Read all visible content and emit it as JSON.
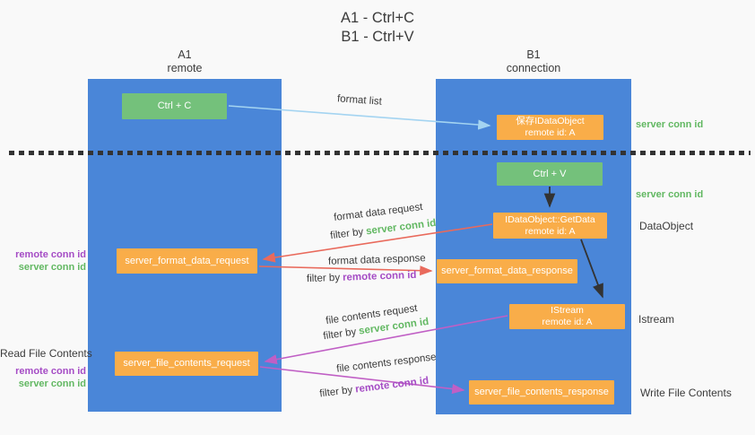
{
  "title": {
    "line1": "A1 - Ctrl+C",
    "line2": "B1 - Ctrl+V"
  },
  "lifelines": {
    "a1": {
      "name": "A1",
      "role": "remote"
    },
    "b1": {
      "name": "B1",
      "role": "connection"
    }
  },
  "nodes": {
    "ctrl_c": {
      "label": "Ctrl + C"
    },
    "save_dataobject": {
      "line1": "保存IDataObject",
      "line2": "remote id: A"
    },
    "ctrl_v": {
      "label": "Ctrl + V"
    },
    "getdata": {
      "line1": "IDataObject::GetData",
      "line2": "remote id: A"
    },
    "format_request": {
      "label": "server_format_data_request"
    },
    "format_response": {
      "label": "server_format_data_response"
    },
    "istream": {
      "line1": "IStream",
      "line2": "remote id: A"
    },
    "file_request": {
      "label": "server_file_contents_request"
    },
    "file_response": {
      "label": "server_file_contents_response"
    }
  },
  "flow": {
    "format_list": "format list",
    "format_data_request": "format data request",
    "format_data_response": "format data response",
    "file_contents_request": "file contents request",
    "file_contents_response": "file contents response",
    "filter_by": "filter by",
    "server_conn_id": "server conn id",
    "remote_conn_id": "remote conn id"
  },
  "side_labels": {
    "right_server_conn_id_top": "server conn id",
    "right_server_conn_id_mid": "server conn id",
    "dataobject": "DataObject",
    "istream": "Istream",
    "write_file_contents": "Write File Contents",
    "left_remote_conn_id_top": "remote conn id",
    "left_server_conn_id_top": "server conn id",
    "read_file_contents": "Read File Contents",
    "left_remote_conn_id_bottom": "remote conn id",
    "left_server_conn_id_bottom": "server conn id"
  },
  "colors": {
    "lifeline_blue": "#4a86d8",
    "box_orange": "#f9ad49",
    "box_green": "#74c17b",
    "arrow_light_blue": "#a4d4f1",
    "arrow_red": "#e96a5c",
    "arrow_magenta": "#c05fc5",
    "arrow_black": "#333333",
    "text_green": "#62b862",
    "text_purple": "#a54cc5",
    "text_dark": "#3b3b3b",
    "background": "#f9f9f9"
  }
}
